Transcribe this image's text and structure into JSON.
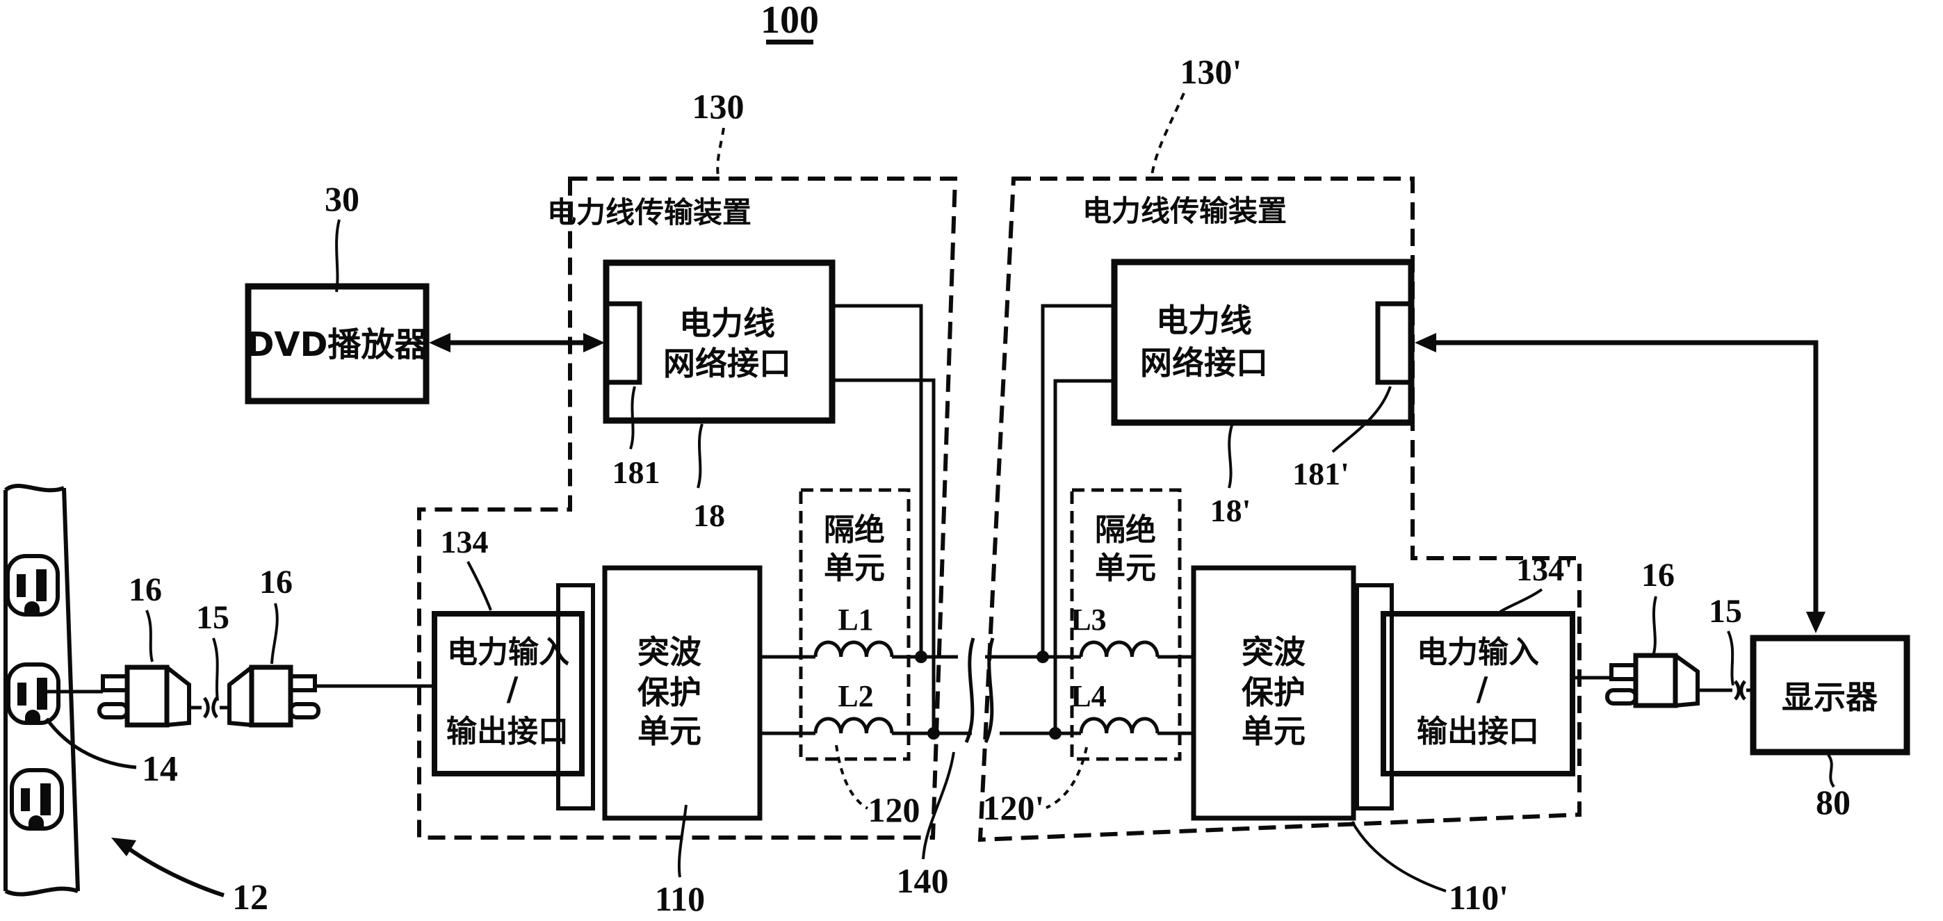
{
  "figure_number": "100",
  "wall": {
    "strip_ref": "12",
    "outlet_ref": "14"
  },
  "cords": {
    "left_plug_a_ref": "16",
    "left_joint_ref": "15",
    "left_plug_b_ref": "16",
    "right_plug_ref": "16",
    "right_joint_ref": "15"
  },
  "dvd_player": {
    "ref": "30",
    "label": "DVD播放器"
  },
  "display": {
    "ref": "80",
    "label": "显示器"
  },
  "power_line": {
    "ref": "140"
  },
  "left_device": {
    "ref": "130",
    "title": "电力线传输装置",
    "nic": {
      "ref": "18",
      "port_ref": "181",
      "line1": "电力线",
      "line2": "网络接口"
    },
    "surge": {
      "ref": "110",
      "line1": "突波",
      "line2": "保护",
      "line3": "单元"
    },
    "isolation": {
      "ref": "120",
      "line1": "隔绝",
      "line2": "单元",
      "coil_top": "L1",
      "coil_bottom": "L2"
    },
    "power_io": {
      "ref": "134",
      "line1": "电力输入",
      "line2": "/",
      "line3": "输出接口"
    }
  },
  "right_device": {
    "ref": "130'",
    "title": "电力线传输装置",
    "nic": {
      "ref": "18'",
      "port_ref": "181'",
      "line1": "电力线",
      "line2": "网络接口"
    },
    "surge": {
      "ref": "110'",
      "line1": "突波",
      "line2": "保护",
      "line3": "单元"
    },
    "isolation": {
      "ref": "120'",
      "line1": "隔绝",
      "line2": "单元",
      "coil_top": "L3",
      "coil_bottom": "L4"
    },
    "power_io": {
      "ref": "134'",
      "line1": "电力输入",
      "line2": "/",
      "line3": "输出接口"
    }
  }
}
